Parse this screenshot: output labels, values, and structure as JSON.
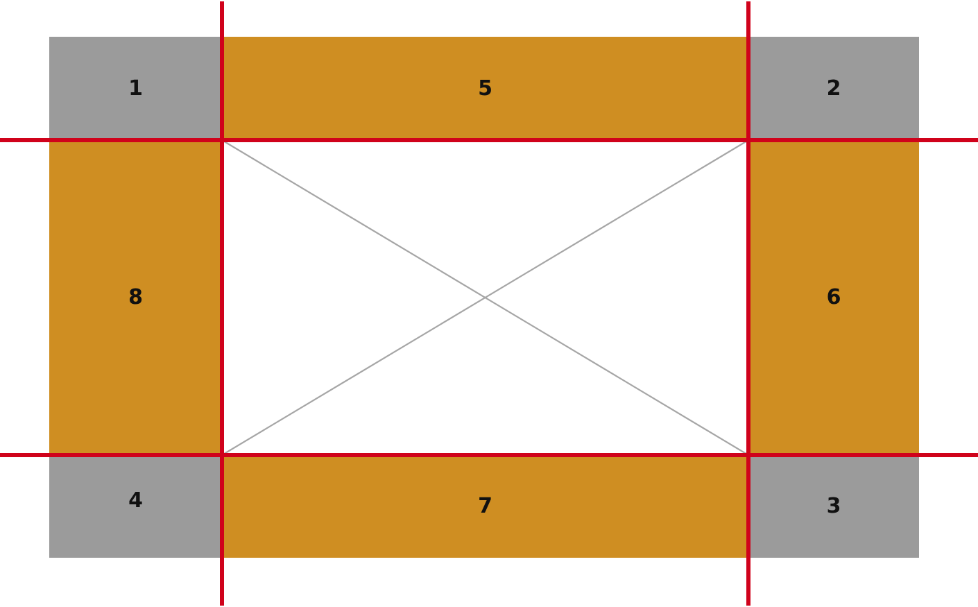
{
  "colors": {
    "corner": "#9b9b9b",
    "edge": "#cf8e22",
    "center": "#ffffff",
    "guide_line": "#d0021b",
    "diagonal": "#a6a6a6",
    "label": "#111111"
  },
  "regions": {
    "top_left": {
      "label": "1",
      "role": "corner"
    },
    "top_right": {
      "label": "2",
      "role": "corner"
    },
    "bottom_right": {
      "label": "3",
      "role": "corner"
    },
    "bottom_left": {
      "label": "4",
      "role": "corner"
    },
    "top": {
      "label": "5",
      "role": "edge"
    },
    "right": {
      "label": "6",
      "role": "edge"
    },
    "bottom": {
      "label": "7",
      "role": "edge"
    },
    "left": {
      "label": "8",
      "role": "edge"
    },
    "center": {
      "label": "",
      "role": "center"
    }
  }
}
